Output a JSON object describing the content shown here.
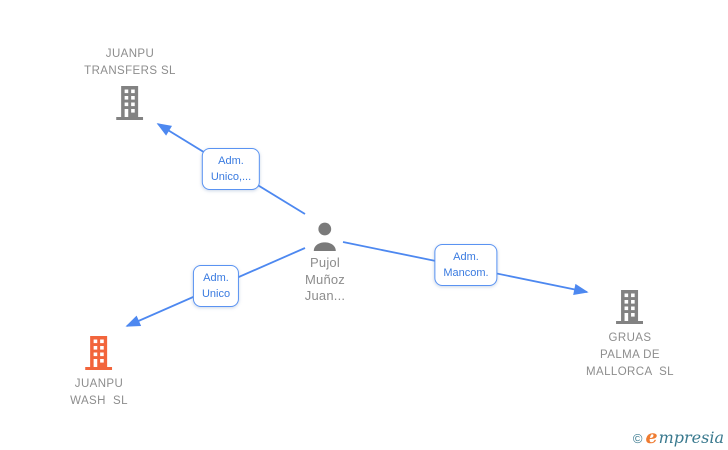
{
  "colors": {
    "edge_blue": "#4d88f0",
    "edge_label_text": "#3a7be0",
    "edge_label_border": "#5a93f2",
    "node_text": "#8d8d8d",
    "building_gray": "#828282",
    "building_orange": "#f2653c",
    "person_gray": "#7a7a7a",
    "logo_teal": "#39798e",
    "logo_orange": "#ef7b30"
  },
  "person": {
    "lines": [
      "Pujol",
      "Muñoz",
      "Juan..."
    ]
  },
  "companies": {
    "transfers": {
      "lines": [
        "JUANPU",
        "TRANSFERS SL"
      ]
    },
    "wash": {
      "lines": [
        "JUANPU",
        "WASH  SL"
      ]
    },
    "gruas": {
      "lines": [
        "GRUAS",
        "PALMA DE",
        "MALLORCA  SL"
      ]
    }
  },
  "edges": {
    "transfers": {
      "label": [
        "Adm.",
        "Unico,..."
      ]
    },
    "wash": {
      "label": [
        "Adm.",
        "Unico"
      ]
    },
    "gruas": {
      "label": [
        "Adm.",
        "Mancom."
      ]
    }
  },
  "footer": {
    "copyright": "©",
    "brand_e": "e",
    "brand_rest": "mpresia"
  }
}
